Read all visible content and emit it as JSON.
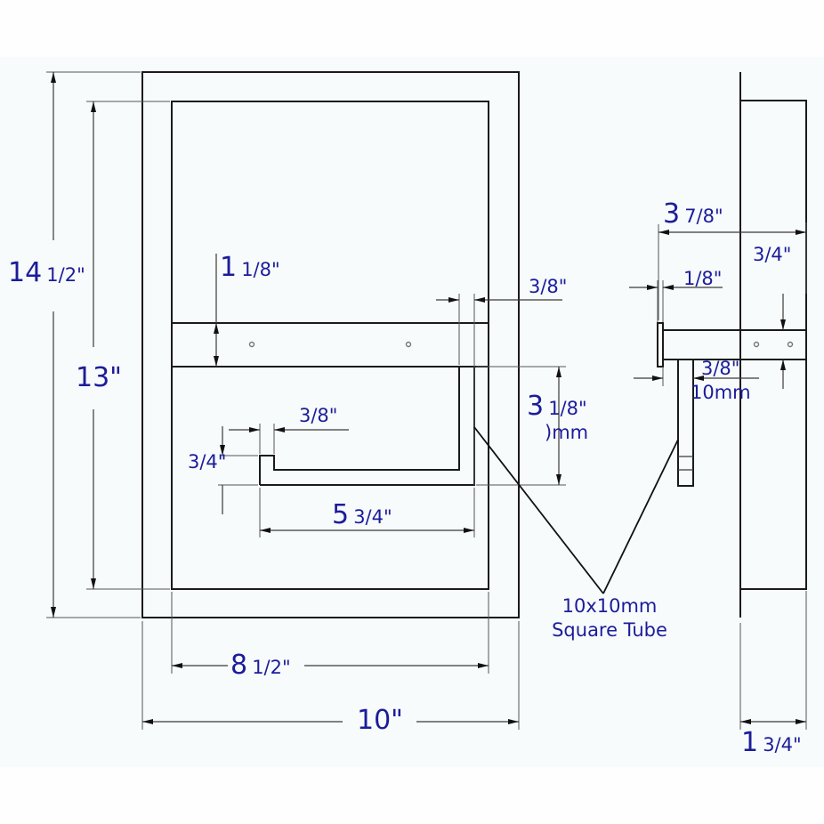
{
  "diagram": {
    "type": "recessed toilet paper holder dimension drawing",
    "background_color": "#f7fbfb",
    "text_color": "#1c1c9a",
    "line_color": "#1a1a1a"
  },
  "front_view": {
    "outer_height": {
      "whole": "14",
      "fraction": "1/2\""
    },
    "inner_height": {
      "whole": "13\"",
      "fraction": ""
    },
    "outer_width": {
      "whole": "10\"",
      "fraction": ""
    },
    "inner_width": {
      "whole": "8",
      "fraction": "1/2\""
    },
    "shelf_height": {
      "whole": "1",
      "fraction": "1/8\""
    },
    "side_gap": {
      "whole": "",
      "fraction": "3/8\""
    },
    "bar_drop": {
      "whole": "3",
      "fraction": "1/8\"",
      "mm": ")mm"
    },
    "hook_width": {
      "whole": "",
      "fraction": "3/8\""
    },
    "hook_height": {
      "whole": "",
      "fraction": "3/4\""
    },
    "bar_length": {
      "whole": "5",
      "fraction": "3/4\""
    }
  },
  "side_view": {
    "projection": {
      "whole": "3",
      "fraction": "7/8\""
    },
    "flange_depth": {
      "whole": "",
      "fraction": "3/4\""
    },
    "plate_thickness": {
      "whole": "",
      "fraction": "1/8\""
    },
    "tube_width": {
      "whole": "",
      "fraction": "3/8\"",
      "mm": "10mm"
    },
    "body_depth": {
      "whole": "1",
      "fraction": "3/4\""
    }
  },
  "callout": {
    "line1": "10x10mm",
    "line2": "Square Tube"
  }
}
